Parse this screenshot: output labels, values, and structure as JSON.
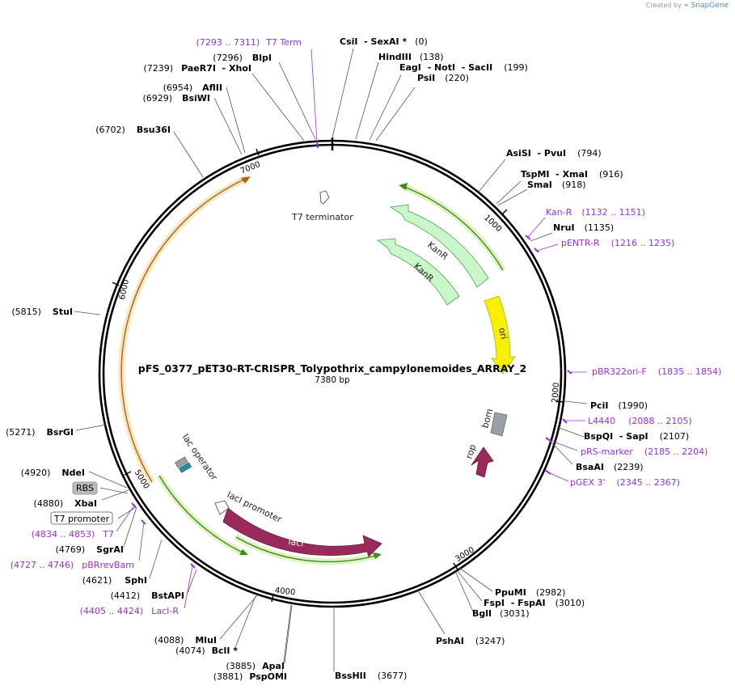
{
  "credit": {
    "prefix": "Created by",
    "brand": "SnapGene"
  },
  "plasmid": {
    "name": "pFS_0377_pET30-RT-CRISPR_Tolypothrix_campylonemoides_ARRAY_2",
    "size_label": "7380 bp",
    "length": 7380
  },
  "colors": {
    "primer": "#9c2ee0",
    "kanr": "#c9f7c9",
    "ori": "#f8f000",
    "rop": "#9b2a5c",
    "laci": "#9b2a5c",
    "bom": "#9aa0a8",
    "orf_stroke": "#6bb52a",
    "orf_glow": "#dff3c4",
    "orf_orange": "#e8a03a",
    "orf_orange_glow": "#fbe6c0",
    "t7_box": "#ffffff",
    "rbs_box": "#bbbbbb"
  },
  "ticks": [
    "1000",
    "2000",
    "3000",
    "4000",
    "5000",
    "6000",
    "7000"
  ],
  "features": {
    "t7_terminator": "T7 terminator",
    "kanr_outer": "KanR",
    "kanr_inner": "KanR",
    "ori": "ori",
    "bom": "bom",
    "rop": "rop",
    "laci": "lacI",
    "laci_promoter": "lacI promoter",
    "lac_operator": "lac operator"
  },
  "boxed_labels": {
    "rbs": "RBS",
    "t7_promoter": "T7 promoter"
  },
  "enzyme_labels": [
    {
      "id": "csi",
      "name": "CsiI",
      "extra": "  - SexAI *",
      "pos": "(0)"
    },
    {
      "id": "hind",
      "name": "HindIII",
      "extra": "",
      "pos": "(138)"
    },
    {
      "id": "eag",
      "name": "EagI",
      "extra": "  - NotI  - SacII",
      "pos": "(199)"
    },
    {
      "id": "psi",
      "name": "PsiI",
      "extra": "",
      "pos": "(220)"
    },
    {
      "id": "asisi",
      "name": "AsiSI",
      "extra": "  - PvuI",
      "pos": "(794)"
    },
    {
      "id": "tspmi",
      "name": "TspMI",
      "extra": "  - XmaI",
      "pos": "(916)"
    },
    {
      "id": "smai",
      "name": "SmaI",
      "extra": "",
      "pos": "(918)"
    },
    {
      "id": "nrui",
      "name": "NruI",
      "extra": "",
      "pos": "(1135)"
    },
    {
      "id": "pcii",
      "name": "PciI",
      "extra": "",
      "pos": "(1990)"
    },
    {
      "id": "bspqi",
      "name": "BspQI",
      "extra": "  - SapI",
      "pos": "(2107)"
    },
    {
      "id": "bsaai",
      "name": "BsaAI",
      "extra": "",
      "pos": "(2239)"
    },
    {
      "id": "ppumi",
      "name": "PpuMI",
      "extra": "",
      "pos": "(2982)"
    },
    {
      "id": "fspi",
      "name": "FspI",
      "extra": "  - FspAI",
      "pos": "(3010)"
    },
    {
      "id": "bgli",
      "name": "BglI",
      "extra": "",
      "pos": "(3031)"
    },
    {
      "id": "pshai",
      "name": "PshAI",
      "extra": "",
      "pos": "(3247)"
    },
    {
      "id": "bsshii",
      "name": "BssHII",
      "extra": "",
      "pos": "(3677)"
    },
    {
      "id": "apai",
      "name": "ApaI",
      "extra": "",
      "pos": "(3885)",
      "pos_first": true
    },
    {
      "id": "pspomi",
      "name": "PspOMI",
      "extra": "",
      "pos": "(3881)",
      "pos_first": true
    },
    {
      "id": "mlui",
      "name": "MluI",
      "extra": "",
      "pos": "(4088)",
      "pos_first": true
    },
    {
      "id": "bcli",
      "name": "BclI *",
      "extra": "",
      "pos": "(4074)",
      "pos_first": true
    },
    {
      "id": "bstapi",
      "name": "BstAPI",
      "extra": "",
      "pos": "(4412)",
      "pos_first": true
    },
    {
      "id": "sphi",
      "name": "SphI",
      "extra": "",
      "pos": "(4621)",
      "pos_first": true
    },
    {
      "id": "sgrai",
      "name": "SgrAI",
      "extra": "",
      "pos": "(4769)",
      "pos_first": true
    },
    {
      "id": "xbai",
      "name": "XbaI",
      "extra": "",
      "pos": "(4880)",
      "pos_first": true
    },
    {
      "id": "ndei",
      "name": "NdeI",
      "extra": "",
      "pos": "(4920)",
      "pos_first": true
    },
    {
      "id": "bsrgi",
      "name": "BsrGI",
      "extra": "",
      "pos": "(5271)",
      "pos_first": true
    },
    {
      "id": "stui",
      "name": "StuI",
      "extra": "",
      "pos": "(5815)",
      "pos_first": true
    },
    {
      "id": "bsu36i",
      "name": "Bsu36I",
      "extra": "",
      "pos": "(6702)",
      "pos_first": true
    },
    {
      "id": "bsiwi",
      "name": "BsiWI",
      "extra": "",
      "pos": "(6929)",
      "pos_first": true
    },
    {
      "id": "aflii",
      "name": "AflII",
      "extra": "",
      "pos": "(6954)",
      "pos_first": true
    },
    {
      "id": "paer7i",
      "name": "PaeR7I",
      "extra": "  - XhoI",
      "pos": "(7239)",
      "pos_first": true
    },
    {
      "id": "blpi",
      "name": "BlpI",
      "extra": "",
      "pos": "(7296)",
      "pos_first": true
    }
  ],
  "primer_labels": [
    {
      "id": "t7term",
      "name": "T7 Term",
      "range": "(7293 .. 7311)",
      "range_first": true
    },
    {
      "id": "kanr_p",
      "name": "Kan-R",
      "range": "(1132 .. 1151)"
    },
    {
      "id": "pentr",
      "name": "pENTR-R",
      "range": "(1216 .. 1235)"
    },
    {
      "id": "pbr322",
      "name": "pBR322ori-F",
      "range": "(1835 .. 1854)"
    },
    {
      "id": "l4440",
      "name": "L4440",
      "range": "(2088 .. 2105)"
    },
    {
      "id": "prs",
      "name": "pRS-marker",
      "range": "(2185 .. 2204)"
    },
    {
      "id": "pgex",
      "name": "pGEX 3'",
      "range": "(2345 .. 2367)"
    },
    {
      "id": "t7p",
      "name": "T7",
      "range": "(4834 .. 4853)",
      "range_first": true
    },
    {
      "id": "pbrrev",
      "name": "pBRrevBam",
      "range": "(4727 .. 4746)",
      "range_first": true
    },
    {
      "id": "laci_r",
      "name": "LacI-R",
      "range": "(4405 .. 4424)",
      "range_first": true
    }
  ]
}
